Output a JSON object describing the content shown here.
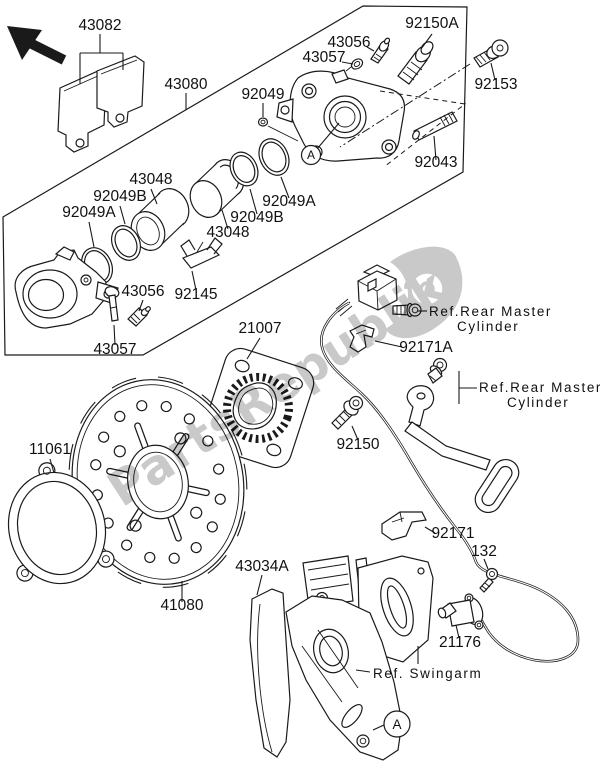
{
  "diagram": {
    "type": "exploded-parts-diagram",
    "subject": "Rear brake caliper, disc, pads and sensor assembly",
    "background_color": "#ffffff",
    "line_color": "#1a1a1a"
  },
  "watermark": {
    "text": "PartsRepublik",
    "color": "#c9c9c9",
    "logo": "gear-icon"
  },
  "markers": {
    "a": "A"
  },
  "parts": [
    {
      "id": "43082",
      "text": "43082"
    },
    {
      "id": "92150A",
      "text": "92150A"
    },
    {
      "id": "43056-top",
      "text": "43056"
    },
    {
      "id": "43057-top",
      "text": "43057"
    },
    {
      "id": "43080",
      "text": "43080"
    },
    {
      "id": "92049",
      "text": "92049"
    },
    {
      "id": "92153",
      "text": "92153"
    },
    {
      "id": "92043",
      "text": "92043"
    },
    {
      "id": "43048-left",
      "text": "43048"
    },
    {
      "id": "92049B-left",
      "text": "92049B"
    },
    {
      "id": "92049A-left",
      "text": "92049A"
    },
    {
      "id": "92049A-right",
      "text": "92049A"
    },
    {
      "id": "92049B-right",
      "text": "92049B"
    },
    {
      "id": "43048-right",
      "text": "43048"
    },
    {
      "id": "92145",
      "text": "92145"
    },
    {
      "id": "43056-mid",
      "text": "43056"
    },
    {
      "id": "43057-mid",
      "text": "43057"
    },
    {
      "id": "21007",
      "text": "21007"
    },
    {
      "id": "92171A",
      "text": "92171A"
    },
    {
      "id": "11061",
      "text": "11061"
    },
    {
      "id": "92150",
      "text": "92150"
    },
    {
      "id": "92171",
      "text": "92171"
    },
    {
      "id": "132",
      "text": "132"
    },
    {
      "id": "43034A",
      "text": "43034A"
    },
    {
      "id": "41080",
      "text": "41080"
    },
    {
      "id": "21176",
      "text": "21176"
    }
  ],
  "references": {
    "rear_master_cylinder_1": {
      "line1": "Ref.Rear Master",
      "line2": "Cylinder"
    },
    "rear_master_cylinder_2": {
      "line1": "Ref.Rear Master",
      "line2": "Cylinder"
    },
    "swingarm": {
      "text": "Ref. Swingarm"
    }
  }
}
